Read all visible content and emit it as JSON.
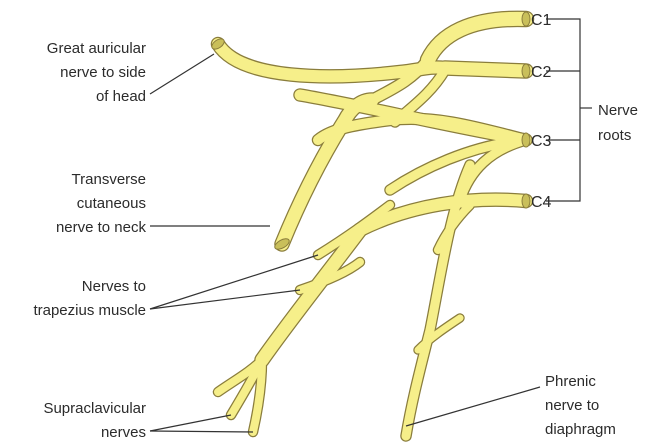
{
  "labels": {
    "great_auricular": [
      "Great auricular",
      "nerve to side",
      "of head"
    ],
    "transverse_cutaneous": [
      "Transverse",
      "cutaneous",
      "nerve to neck"
    ],
    "trapezius": [
      "Nerves to",
      "trapezius muscle"
    ],
    "supraclavicular": [
      "Supraclavicular",
      "nerves"
    ],
    "phrenic": [
      "Phrenic",
      "nerve to",
      "diaphragm"
    ],
    "roots_group": [
      "Nerve",
      "roots"
    ]
  },
  "roots": [
    "C1",
    "C2",
    "C3",
    "C4"
  ],
  "colors": {
    "nerve_fill": "#f6ef8a",
    "nerve_outline": "#8a7d3c",
    "nerve_cut_end": "#c9bf5a",
    "label_text": "#2b2b2b",
    "leader_line": "#333333"
  }
}
